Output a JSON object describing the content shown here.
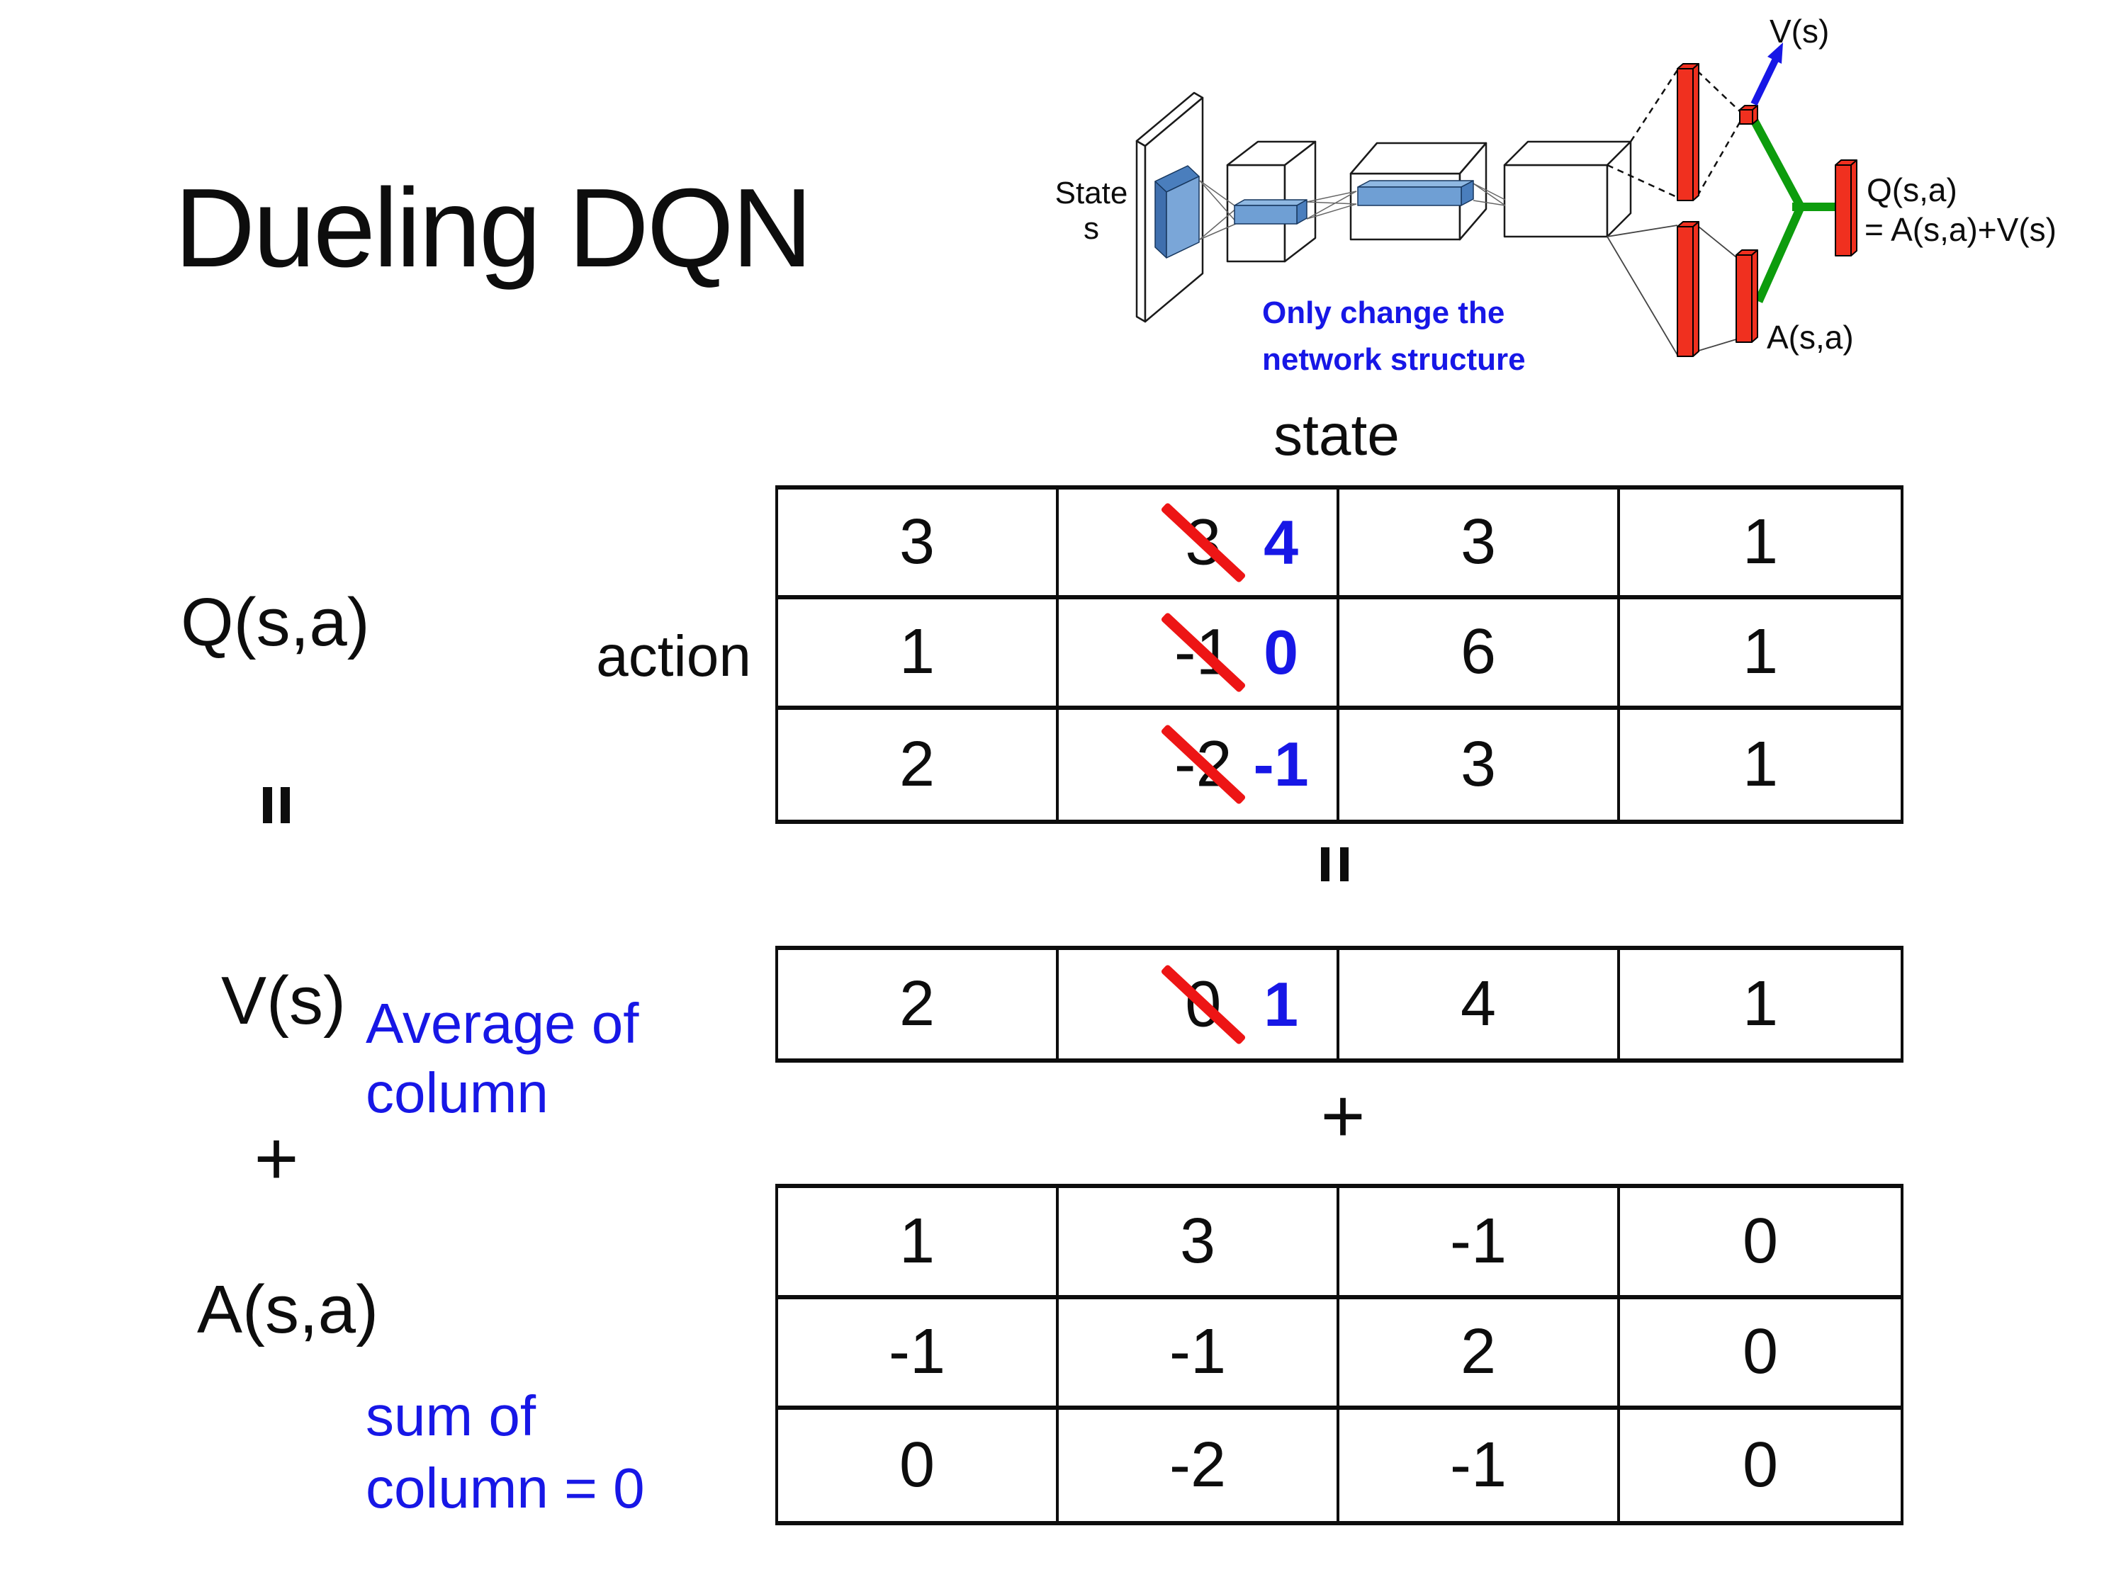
{
  "slide": {
    "title": "Dueling DQN"
  },
  "colors": {
    "accent_blue": "#1717e6",
    "strike_red": "#ed1515",
    "bar_red": "#f0301f",
    "link_green": "#0d9c0d"
  },
  "diagram": {
    "state_line1": "State",
    "state_line2": "s",
    "v_out_label": "V(s)",
    "a_out_label": "A(s,a)",
    "q_out_line1": "Q(s,a)",
    "q_out_line2": "= A(s,a)+V(s)",
    "note_line1": "Only change the",
    "note_line2": "network structure"
  },
  "equation": {
    "q_label": "Q(s,a)",
    "equals": "=",
    "v_label": "V(s)",
    "plus": "+",
    "a_label": "A(s,a)",
    "action_label": "action",
    "state_label": "state",
    "avg_note_line1": "Average of",
    "avg_note_line2": "column",
    "sum_note_line1": "sum of",
    "sum_note_line2": "column = 0"
  },
  "tables": {
    "q_rows": [
      [
        "3",
        {
          "old": "3",
          "new": "4"
        },
        "3",
        "1"
      ],
      [
        "1",
        {
          "old": "-1",
          "new": "0"
        },
        "6",
        "1"
      ],
      [
        "2",
        {
          "old": "-2",
          "new": "-1"
        },
        "3",
        "1"
      ]
    ],
    "v_row": [
      "2",
      {
        "old": "0",
        "new": "1"
      },
      "4",
      "1"
    ],
    "a_rows": [
      [
        "1",
        "3",
        "-1",
        "0"
      ],
      [
        "-1",
        "-1",
        "2",
        "0"
      ],
      [
        "0",
        "-2",
        "-1",
        "0"
      ]
    ]
  }
}
